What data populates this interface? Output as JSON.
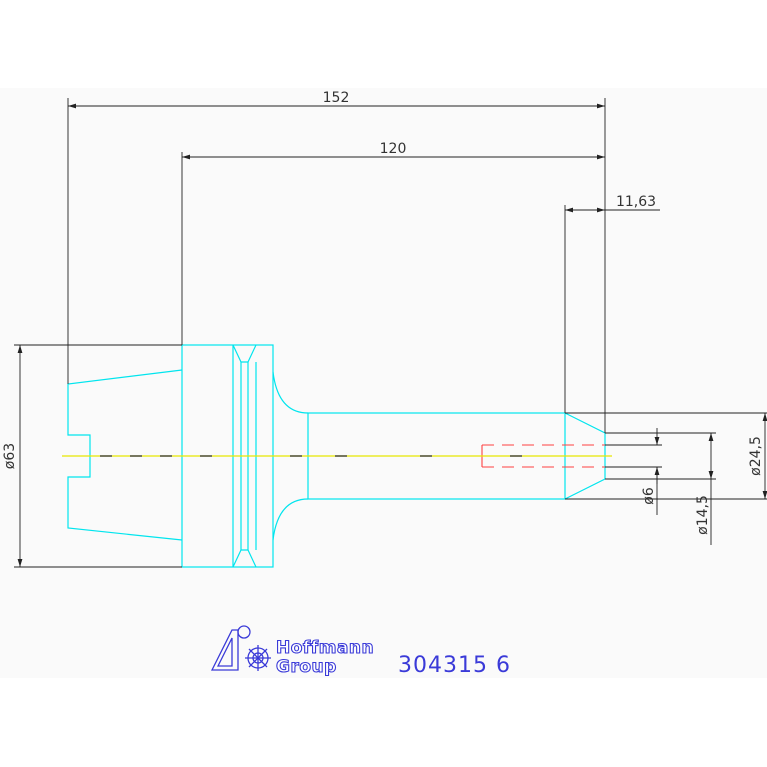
{
  "dimensions": {
    "overall_length": "152",
    "gauge_length": "120",
    "tip_length": "11,63",
    "flange_diameter": "ø63",
    "bore_diameter": "ø6",
    "tip_diameter": "ø14,5",
    "shank_diameter": "ø24,5"
  },
  "title_block": {
    "logo_line1": "Hoffmann",
    "logo_line2": "Group",
    "part_number": "304315 6"
  },
  "colors": {
    "outline": "#00e5ee",
    "dimension": "#222222",
    "centerline": "#e8e800",
    "hidden_bore": "#ff4040",
    "title": "#3a3ad8"
  }
}
